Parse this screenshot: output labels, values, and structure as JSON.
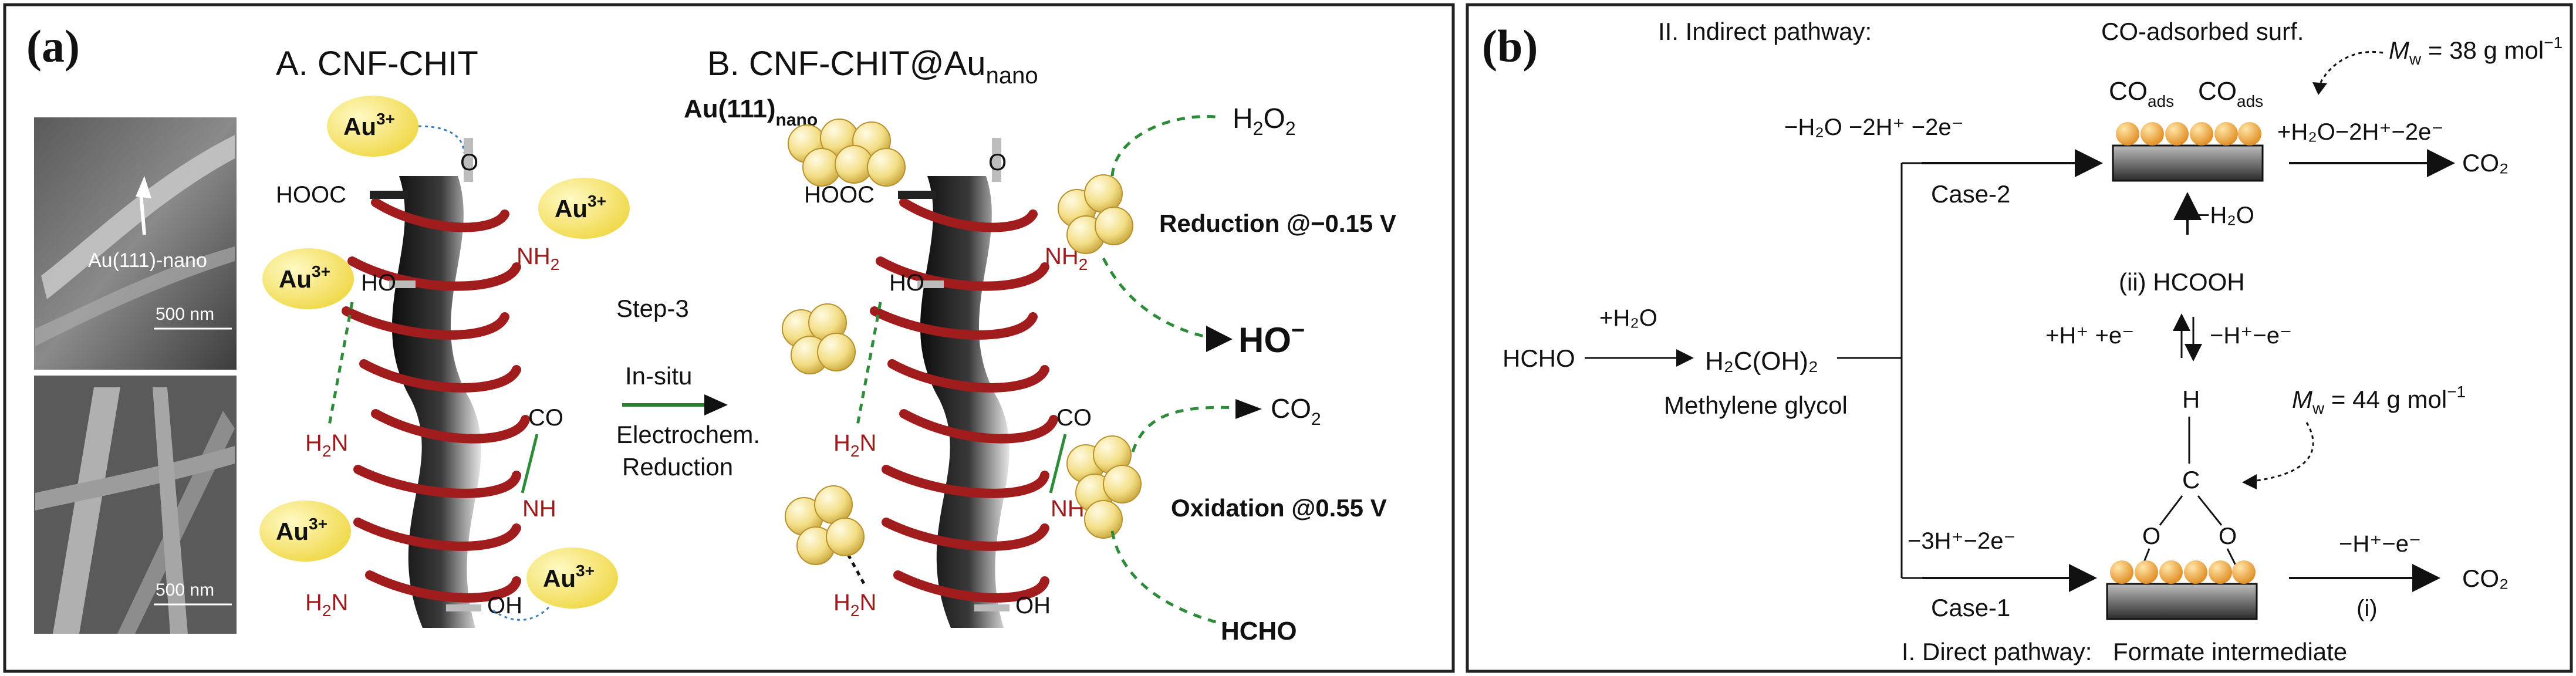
{
  "panel_a": {
    "label": "(a)",
    "sem_top_label": "Au(111)-nano",
    "sem_top_scale": "500 nm",
    "sem_bottom_scale": "500 nm",
    "title_a": "A. CNF-CHIT",
    "title_b_main": "B. CNF-CHIT@Au",
    "title_b_sub": "nano",
    "au_ion": "Au",
    "au_ion_sup": "3+",
    "au111_main": "Au(111)",
    "au111_sub": "nano",
    "group_hooc": "HOOC",
    "group_o": "O",
    "group_nh2": "NH",
    "group_nh2_sub": "2",
    "group_ho": "HO",
    "group_h2n_h": "H",
    "group_h2n_n": "N",
    "group_co": "CO",
    "group_nh": "NH",
    "group_oh": "OH",
    "step_line1": "Step-3",
    "step_line2": "In-situ",
    "step_line3": "Electrochem.",
    "step_line4": "Reduction",
    "h2o2_main": "H",
    "h2o2_2a": "2",
    "h2o2_o": "O",
    "reduction_label": "Reduction @−0.15 V",
    "ho_minus": "HO",
    "ho_minus_sup": "−",
    "co2_main": "CO",
    "co2_sub": "2",
    "oxidation_label": "Oxidation @0.55 V",
    "hcho_label": "HCHO"
  },
  "panel_b": {
    "label": "(b)",
    "indirect_pathway": "II. Indirect pathway:",
    "co_adsorbed_surf": "CO-adsorbed surf.",
    "co_ads_main": "CO",
    "co_ads_sub": "ads",
    "mw_top_value": " = 38 g mol",
    "mw_top_exp": "−1",
    "mw_symbol": "M",
    "mw_sub": "w",
    "case2_step": "−H₂O −2H⁺ −2e⁻",
    "case2_label": "Case-2",
    "co2_right_top_step": "+H₂O−2H⁺−2e⁻",
    "co2_label": "CO₂",
    "minus_h2o": "−H₂O",
    "hcooh_label": "(ii) HCOOH",
    "plus_h_e": "+H⁺ +e⁻",
    "minus_h_e_right": "−H⁺−e⁻",
    "hcho": "HCHO",
    "plus_h2o": "+H₂O",
    "methylene_glycol_formula": "H₂C(OH)₂",
    "methylene_glycol_name": "Methylene glycol",
    "mw_bottom_value": " = 44 g mol",
    "mw_bottom_exp": "−1",
    "formate_h": "H",
    "formate_c": "C",
    "formate_o1": "O",
    "formate_o2": "O",
    "case1_step": "−3H⁺−2e⁻",
    "case1_label": "Case-1",
    "case1_right_step": "−H⁺−e⁻",
    "case1_right_num": "(i)",
    "direct_pathway": "I. Direct pathway:",
    "formate_intermediate": "Formate intermediate"
  },
  "colors": {
    "au_ion_fill": "#f5e66a",
    "nanoparticle_fill": "#f1dc7a",
    "fiber_dark": "#2a2a2a",
    "chitosan_red": "#a11d1d",
    "dashed_green": "#2e8b3a",
    "arrow_green": "#2b7d2b"
  }
}
